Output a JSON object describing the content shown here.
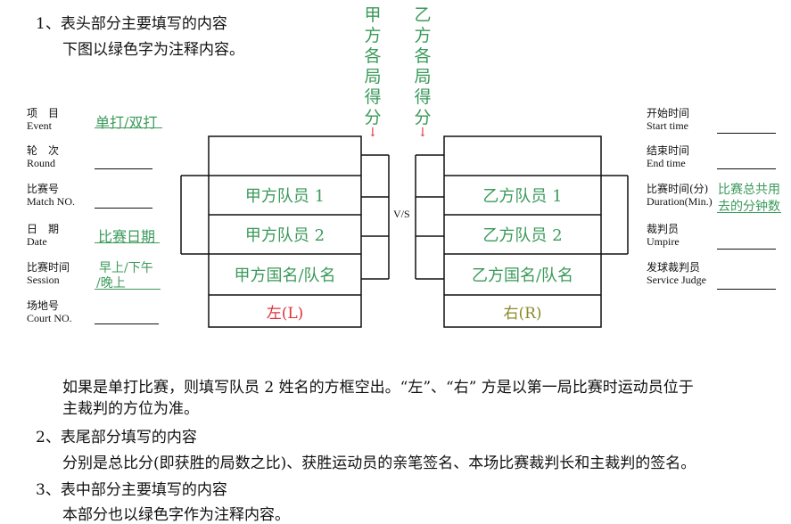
{
  "section1": {
    "title": "1、表头部分主要填写的内容",
    "note": "下图以绿色字为注释内容。"
  },
  "top_labels": {
    "a_scores": "甲方各局得分",
    "b_scores": "乙方各局得分",
    "arrow": "↓"
  },
  "left_fields": [
    {
      "cn": "项　目",
      "en": "Event",
      "value": "单打/双打"
    },
    {
      "cn": "轮　次",
      "en": "Round",
      "value": ""
    },
    {
      "cn": "比赛号",
      "en": "Match NO.",
      "value": ""
    },
    {
      "cn": "日　期",
      "en": "Date",
      "value": "比赛日期"
    },
    {
      "cn": "比赛时间",
      "en": "Session",
      "value": "早上/下午\n/晚上",
      "value_line1": "早上/下午",
      "value_line2": "/晚上"
    },
    {
      "cn": "场地号",
      "en": "Court NO.",
      "value": ""
    }
  ],
  "right_fields": [
    {
      "cn": "开始时间",
      "en": "Start time",
      "value": ""
    },
    {
      "cn": "结束时间",
      "en": "End time",
      "value": ""
    },
    {
      "cn": "比赛时间(分)",
      "en": "Duration(Min.)",
      "value_line1": "比赛总共用",
      "value_line2": "去的分钟数"
    },
    {
      "cn": "裁判员",
      "en": "Umpire",
      "value": ""
    },
    {
      "cn": "发球裁判员",
      "en": "Service Judge",
      "value": ""
    }
  ],
  "bracket": {
    "vs": "V/S",
    "left": {
      "player1": "甲方队员 1",
      "player2": "甲方队员 2",
      "team": "甲方国名/队名",
      "side": "左(L)"
    },
    "right": {
      "player1": "乙方队员 1",
      "player2": "乙方队员 2",
      "team": "乙方国名/队名",
      "side": "右(R)"
    }
  },
  "para1_line1": "如果是单打比赛，则填写队员 2 姓名的方框空出。“左”、“右” 方是以第一局比赛时运动员位于",
  "para1_line2": "主裁判的方位为准。",
  "section2": {
    "title": "2、表尾部分填写的内容",
    "body": "分别是总比分(即获胜的局数之比)、获胜运动员的亲笔签名、本场比赛裁判长和主裁判的签名。"
  },
  "section3": {
    "title": "3、表中部分主要填写的内容",
    "body": "本部分也以绿色字作为注释内容。"
  },
  "colors": {
    "green": "#3a9a5a",
    "red": "#e0303a",
    "olive": "#8a8a2a"
  }
}
